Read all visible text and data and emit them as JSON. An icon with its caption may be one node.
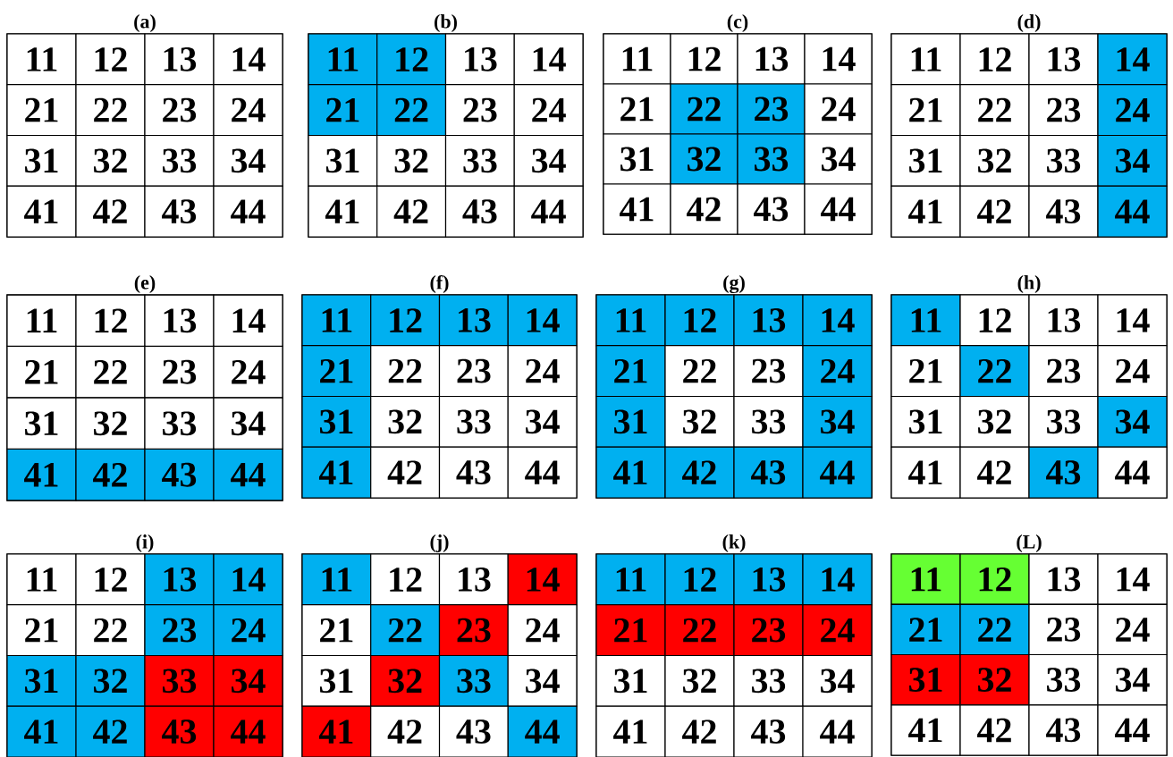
{
  "diagram": {
    "nodes": [
      {
        "text": [
          "(a)"
        ]
      },
      {
        "text": [
          "11"
        ],
        "in": 0
      },
      {
        "text": [
          "12"
        ],
        "in": 0
      },
      {
        "text": [
          "13"
        ],
        "in": 0
      },
      {
        "text": [
          "14"
        ],
        "in": 0
      },
      {
        "text": [
          "21"
        ],
        "in": 0
      },
      {
        "text": [
          "22"
        ],
        "in": 0
      },
      {
        "text": [
          "23"
        ],
        "in": 0
      },
      {
        "text": [
          "24"
        ],
        "in": 0
      },
      {
        "text": [
          "31"
        ],
        "in": 0
      },
      {
        "text": [
          "32"
        ],
        "in": 0
      },
      {
        "text": [
          "33"
        ],
        "in": 0
      },
      {
        "text": [
          "34"
        ],
        "in": 0
      },
      {
        "text": [
          "41"
        ],
        "in": 0
      },
      {
        "text": [
          "42"
        ],
        "in": 0
      },
      {
        "text": [
          "43"
        ],
        "in": 0
      },
      {
        "text": [
          "44"
        ],
        "in": 0
      },
      {
        "text": [
          "(b)"
        ]
      },
      {
        "text": [
          "11"
        ],
        "in": 17
      },
      {
        "text": [
          "12"
        ],
        "in": 17
      },
      {
        "text": [
          "13"
        ],
        "in": 17
      },
      {
        "text": [
          "14"
        ],
        "in": 17
      },
      {
        "text": [
          "21"
        ],
        "in": 17
      },
      {
        "text": [
          "22"
        ],
        "in": 17
      },
      {
        "text": [
          "23"
        ],
        "in": 17
      },
      {
        "text": [
          "24"
        ],
        "in": 17
      },
      {
        "text": [
          "31"
        ],
        "in": 17
      },
      {
        "text": [
          "32"
        ],
        "in": 17
      },
      {
        "text": [
          "33"
        ],
        "in": 17
      },
      {
        "text": [
          "34"
        ],
        "in": 17
      },
      {
        "text": [
          "41"
        ],
        "in": 17
      },
      {
        "text": [
          "42"
        ],
        "in": 17
      },
      {
        "text": [
          "43"
        ],
        "in": 17
      },
      {
        "text": [
          "44"
        ],
        "in": 17
      },
      {
        "text": [
          "(c)"
        ]
      },
      {
        "text": [
          "11"
        ],
        "in": 34
      },
      {
        "text": [
          "12"
        ],
        "in": 34
      },
      {
        "text": [
          "13"
        ],
        "in": 34
      },
      {
        "text": [
          "14"
        ],
        "in": 34
      },
      {
        "text": [
          "21"
        ],
        "in": 34
      },
      {
        "text": [
          "22"
        ],
        "in": 34
      },
      {
        "text": [
          "23"
        ],
        "in": 34
      },
      {
        "text": [
          "24"
        ],
        "in": 34
      },
      {
        "text": [
          "31"
        ],
        "in": 34
      },
      {
        "text": [
          "32"
        ],
        "in": 34
      },
      {
        "text": [
          "33"
        ],
        "in": 34
      },
      {
        "text": [
          "34"
        ],
        "in": 34
      },
      {
        "text": [
          "41"
        ],
        "in": 34
      },
      {
        "text": [
          "42"
        ],
        "in": 34
      },
      {
        "text": [
          "43"
        ],
        "in": 34
      },
      {
        "text": [
          "44"
        ],
        "in": 34
      },
      {
        "text": [
          "(d)"
        ]
      },
      {
        "text": [
          "11"
        ],
        "in": 51
      },
      {
        "text": [
          "12"
        ],
        "in": 51
      },
      {
        "text": [
          "13"
        ],
        "in": 51
      },
      {
        "text": [
          "14"
        ],
        "in": 51
      },
      {
        "text": [
          "21"
        ],
        "in": 51
      },
      {
        "text": [
          "22"
        ],
        "in": 51
      },
      {
        "text": [
          "23"
        ],
        "in": 51
      },
      {
        "text": [
          "24"
        ],
        "in": 51
      },
      {
        "text": [
          "31"
        ],
        "in": 51
      },
      {
        "text": [
          "32"
        ],
        "in": 51
      },
      {
        "text": [
          "33"
        ],
        "in": 51
      },
      {
        "text": [
          "34"
        ],
        "in": 51
      },
      {
        "text": [
          "41"
        ],
        "in": 51
      },
      {
        "text": [
          "42"
        ],
        "in": 51
      },
      {
        "text": [
          "43"
        ],
        "in": 51
      },
      {
        "text": [
          "44"
        ],
        "in": 51
      },
      {
        "text": [
          "(e)"
        ]
      },
      {
        "text": [
          "11"
        ],
        "in": 68
      },
      {
        "text": [
          "12"
        ],
        "in": 68
      },
      {
        "text": [
          "13"
        ],
        "in": 68
      },
      {
        "text": [
          "14"
        ],
        "in": 68
      },
      {
        "text": [
          "21"
        ],
        "in": 68
      },
      {
        "text": [
          "22"
        ],
        "in": 68
      },
      {
        "text": [
          "23"
        ],
        "in": 68
      },
      {
        "text": [
          "24"
        ],
        "in": 68
      },
      {
        "text": [
          "31"
        ],
        "in": 68
      },
      {
        "text": [
          "32"
        ],
        "in": 68
      },
      {
        "text": [
          "33"
        ],
        "in": 68
      },
      {
        "text": [
          "34"
        ],
        "in": 68
      },
      {
        "text": [
          "41"
        ],
        "in": 68
      },
      {
        "text": [
          "42"
        ],
        "in": 68
      },
      {
        "text": [
          "43"
        ],
        "in": 68
      },
      {
        "text": [
          "44"
        ],
        "in": 68
      },
      {
        "text": [
          "(f)"
        ]
      },
      {
        "text": [
          "11"
        ],
        "in": 85
      },
      {
        "text": [
          "12"
        ],
        "in": 85
      },
      {
        "text": [
          "13"
        ],
        "in": 85
      },
      {
        "text": [
          "14"
        ],
        "in": 85
      },
      {
        "text": [
          "21"
        ],
        "in": 85
      },
      {
        "text": [
          "22"
        ],
        "in": 85
      },
      {
        "text": [
          "23"
        ],
        "in": 85
      },
      {
        "text": [
          "24"
        ],
        "in": 85
      },
      {
        "text": [
          "31"
        ],
        "in": 85
      },
      {
        "text": [
          "32"
        ],
        "in": 85
      },
      {
        "text": [
          "33"
        ],
        "in": 85
      },
      {
        "text": [
          "34"
        ],
        "in": 85
      },
      {
        "text": [
          "41"
        ],
        "in": 85
      },
      {
        "text": [
          "42"
        ],
        "in": 85
      },
      {
        "text": [
          "43"
        ],
        "in": 85
      },
      {
        "text": [
          "44"
        ],
        "in": 85
      },
      {
        "text": [
          "(g)"
        ]
      },
      {
        "text": [
          "11"
        ],
        "in": 102
      },
      {
        "text": [
          "12"
        ],
        "in": 102
      },
      {
        "text": [
          "13"
        ],
        "in": 102
      },
      {
        "text": [
          "14"
        ],
        "in": 102
      },
      {
        "text": [
          "21"
        ],
        "in": 102
      },
      {
        "text": [
          "22"
        ],
        "in": 102
      },
      {
        "text": [
          "23"
        ],
        "in": 102
      },
      {
        "text": [
          "24"
        ],
        "in": 102
      },
      {
        "text": [
          "31"
        ],
        "in": 102
      },
      {
        "text": [
          "32"
        ],
        "in": 102
      },
      {
        "text": [
          "33"
        ],
        "in": 102
      },
      {
        "text": [
          "34"
        ],
        "in": 102
      },
      {
        "text": [
          "41"
        ],
        "in": 102
      },
      {
        "text": [
          "42"
        ],
        "in": 102
      },
      {
        "text": [
          "43"
        ],
        "in": 102
      },
      {
        "text": [
          "44"
        ],
        "in": 102
      },
      {
        "text": [
          "(h)"
        ]
      },
      {
        "text": [
          "11"
        ],
        "in": 119
      },
      {
        "text": [
          "12"
        ],
        "in": 119
      },
      {
        "text": [
          "13"
        ],
        "in": 119
      },
      {
        "text": [
          "14"
        ],
        "in": 119
      },
      {
        "text": [
          "21"
        ],
        "in": 119
      },
      {
        "text": [
          "22"
        ],
        "in": 119
      },
      {
        "text": [
          "23"
        ],
        "in": 119
      },
      {
        "text": [
          "24"
        ],
        "in": 119
      },
      {
        "text": [
          "31"
        ],
        "in": 119
      },
      {
        "text": [
          "32"
        ],
        "in": 119
      },
      {
        "text": [
          "33"
        ],
        "in": 119
      },
      {
        "text": [
          "34"
        ],
        "in": 119
      },
      {
        "text": [
          "41"
        ],
        "in": 119
      },
      {
        "text": [
          "42"
        ],
        "in": 119
      },
      {
        "text": [
          "43"
        ],
        "in": 119
      },
      {
        "text": [
          "44"
        ],
        "in": 119
      },
      {
        "text": [
          "(i)"
        ]
      },
      {
        "text": [
          "11"
        ],
        "in": 136
      },
      {
        "text": [
          "12"
        ],
        "in": 136
      },
      {
        "text": [
          "13"
        ],
        "in": 136
      },
      {
        "text": [
          "14"
        ],
        "in": 136
      },
      {
        "text": [
          "21"
        ],
        "in": 136
      },
      {
        "text": [
          "22"
        ],
        "in": 136
      },
      {
        "text": [
          "23"
        ],
        "in": 136
      },
      {
        "text": [
          "24"
        ],
        "in": 136
      },
      {
        "text": [
          "31"
        ],
        "in": 136
      },
      {
        "text": [
          "32"
        ],
        "in": 136
      },
      {
        "text": [
          "33"
        ],
        "in": 136
      },
      {
        "text": [
          "34"
        ],
        "in": 136
      },
      {
        "text": [
          "41"
        ],
        "in": 136
      },
      {
        "text": [
          "42"
        ],
        "in": 136
      },
      {
        "text": [
          "43"
        ],
        "in": 136
      },
      {
        "text": [
          "44"
        ],
        "in": 136
      },
      {
        "text": [
          "(j)"
        ]
      },
      {
        "text": [
          "11"
        ],
        "in": 153
      },
      {
        "text": [
          "12"
        ],
        "in": 153
      },
      {
        "text": [
          "13"
        ],
        "in": 153
      },
      {
        "text": [
          "14"
        ],
        "in": 153
      },
      {
        "text": [
          "21"
        ],
        "in": 153
      },
      {
        "text": [
          "22"
        ],
        "in": 153
      },
      {
        "text": [
          "23"
        ],
        "in": 153
      },
      {
        "text": [
          "24"
        ],
        "in": 153
      },
      {
        "text": [
          "31"
        ],
        "in": 153
      },
      {
        "text": [
          "32"
        ],
        "in": 153
      },
      {
        "text": [
          "33"
        ],
        "in": 153
      },
      {
        "text": [
          "34"
        ],
        "in": 153
      },
      {
        "text": [
          "41"
        ],
        "in": 153
      },
      {
        "text": [
          "42"
        ],
        "in": 153
      },
      {
        "text": [
          "43"
        ],
        "in": 153
      },
      {
        "text": [
          "44"
        ],
        "in": 153
      },
      {
        "text": [
          "(k)"
        ]
      },
      {
        "text": [
          "11"
        ],
        "in": 170
      },
      {
        "text": [
          "12"
        ],
        "in": 170
      },
      {
        "text": [
          "13"
        ],
        "in": 170
      },
      {
        "text": [
          "14"
        ],
        "in": 170
      },
      {
        "text": [
          "21"
        ],
        "in": 170
      },
      {
        "text": [
          "22"
        ],
        "in": 170
      },
      {
        "text": [
          "23"
        ],
        "in": 170
      },
      {
        "text": [
          "24"
        ],
        "in": 170
      },
      {
        "text": [
          "31"
        ],
        "in": 170
      },
      {
        "text": [
          "32"
        ],
        "in": 170
      },
      {
        "text": [
          "33"
        ],
        "in": 170
      },
      {
        "text": [
          "34"
        ],
        "in": 170
      },
      {
        "text": [
          "41"
        ],
        "in": 170
      },
      {
        "text": [
          "42"
        ],
        "in": 170
      },
      {
        "text": [
          "43"
        ],
        "in": 170
      },
      {
        "text": [
          "44"
        ],
        "in": 170
      },
      {
        "text": [
          "(L)"
        ]
      },
      {
        "text": [
          "11"
        ],
        "in": 187
      },
      {
        "text": [
          "12"
        ],
        "in": 187
      },
      {
        "text": [
          "13"
        ],
        "in": 187
      },
      {
        "text": [
          "14"
        ],
        "in": 187
      },
      {
        "text": [
          "21"
        ],
        "in": 187
      },
      {
        "text": [
          "22"
        ],
        "in": 187
      },
      {
        "text": [
          "23"
        ],
        "in": 187
      },
      {
        "text": [
          "24"
        ],
        "in": 187
      },
      {
        "text": [
          "31"
        ],
        "in": 187
      },
      {
        "text": [
          "32"
        ],
        "in": 187
      },
      {
        "text": [
          "33"
        ],
        "in": 187
      },
      {
        "text": [
          "34"
        ],
        "in": 187
      },
      {
        "text": [
          "41"
        ],
        "in": 187
      },
      {
        "text": [
          "42"
        ],
        "in": 187
      },
      {
        "text": [
          "43"
        ],
        "in": 187
      },
      {
        "text": [
          "44"
        ],
        "in": 187
      }
    ]
  }
}
